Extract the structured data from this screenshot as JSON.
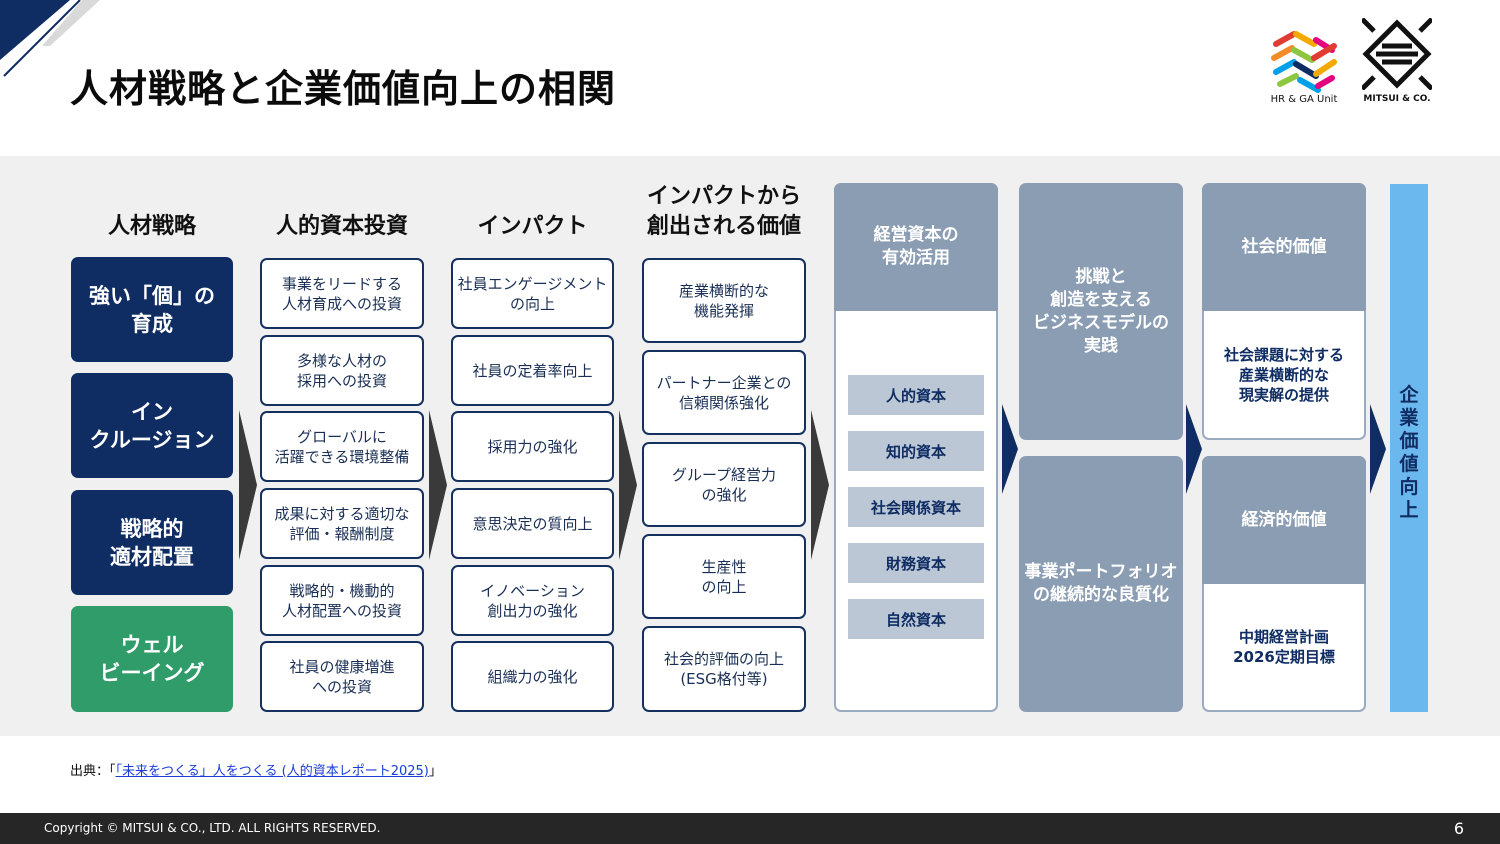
{
  "title": "人材戦略と企業価値向上の相関",
  "logos": {
    "hr_label": "HR & GA Unit",
    "mitsui_label": "MITSUI & CO."
  },
  "columns": {
    "strategy": "人材戦略",
    "investment": "人的資本投資",
    "impact": "インパクト",
    "created_value": "インパクトから\n創出される価値"
  },
  "strategies": [
    {
      "label": "強い「個」の\n育成",
      "color": "#0f2c63"
    },
    {
      "label": "イン\nクルージョン",
      "color": "#0f2c63"
    },
    {
      "label": "戦略的\n適材配置",
      "color": "#0f2c63"
    },
    {
      "label": "ウェル\nビーイング",
      "color": "#2f9c6a"
    }
  ],
  "investments": [
    "事業をリードする\n人材育成への投資",
    "多様な人材の\n採用への投資",
    "グローバルに\n活躍できる環境整備",
    "成果に対する適切な\n評価・報酬制度",
    "戦略的・機動的\n人材配置への投資",
    "社員の健康増進\nへの投資"
  ],
  "impacts": [
    "社員エンゲージメント\nの向上",
    "社員の定着率向上",
    "採用力の強化",
    "意思決定の質向上",
    "イノベーション\n創出力の強化",
    "組織力の強化"
  ],
  "created_values": [
    "産業横断的な\n機能発揮",
    "パートナー企業との\n信頼関係強化",
    "グループ経営力\nの強化",
    "生産性\nの向上",
    "社会的評価の向上\n(ESG格付等)"
  ],
  "management_capital": {
    "header": "経営資本の\n有効活用",
    "items": [
      "人的資本",
      "知的資本",
      "社会関係資本",
      "財務資本",
      "自然資本"
    ]
  },
  "business": {
    "challenge": "挑戦と\n創造を支える\nビジネスモデルの\n実践",
    "portfolio": "事業ポートフォリオ\nの継続的な良質化"
  },
  "social_value": {
    "header": "社会的価値",
    "body": "社会課題に対する\n産業横断的な\n現実解の提供"
  },
  "economic_value": {
    "header": "経済的価値",
    "body": "中期経営計画\n2026定期目標"
  },
  "enterprise_value": "企\n業\n価\n値\n向\n上",
  "source": {
    "prefix": "出典：「",
    "link": "「未来をつくる」人をつくる (人的資本レポート2025)",
    "suffix": "」"
  },
  "footer": {
    "copyright": "Copyright © MITSUI & CO., LTD. ALL RIGHTS RESERVED.",
    "page": "6"
  },
  "colors": {
    "navy": "#0f2c63",
    "green": "#2f9c6a",
    "slate": "#8b9db3",
    "sky": "#6bb8ee"
  }
}
